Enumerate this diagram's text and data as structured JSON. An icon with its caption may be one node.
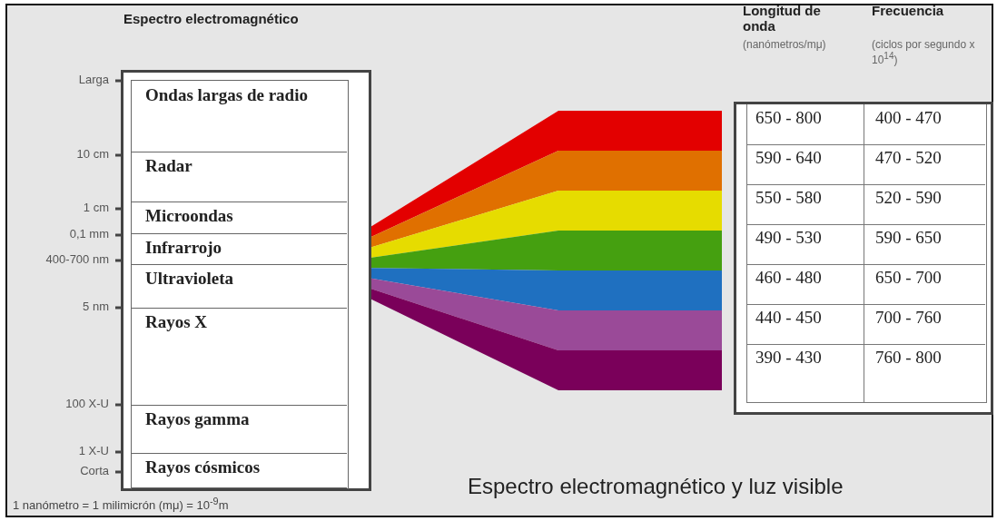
{
  "diagram": {
    "title": "Espectro electromagnético y luz visible",
    "nodes": [
      {
        "text": [
          "Espectro electromagnético"
        ]
      },
      {
        "text": [
          "Ondas largas de radio"
        ],
        "in": 0
      },
      {
        "text": [
          "Radar"
        ],
        "in": 0
      },
      {
        "text": [
          "Microondas"
        ],
        "in": 0
      },
      {
        "text": [
          "Infrarrojo"
        ],
        "in": 0
      },
      {
        "text": [
          "Ultravioleta"
        ],
        "in": 0
      },
      {
        "text": [
          "Rayos X"
        ],
        "in": 0
      },
      {
        "text": [
          "Rayos gamma"
        ],
        "in": 0
      },
      {
        "text": [
          "Rayos cósmicos"
        ],
        "in": 0
      }
    ],
    "labels": [
      "Longitud de onda",
      "Frecuencia",
      "(nanómetros/mμ)",
      "(ciclos por segundo x 10$^{14}$)",
      "Larga",
      "10 cm",
      "1 cm",
      "0,1 mm",
      "400-700 nm",
      "5 nm",
      "100 X-U",
      "1 X-U",
      "Corta",
      "650 - 800",
      "400 - 470",
      "590 - 640",
      "470 - 520",
      "550 - 580",
      "520 - 590",
      "490 - 530",
      "590 - 650",
      "460 - 480",
      "650 - 700",
      "440 - 450",
      "700 - 760",
      "390 - 430",
      "760 - 800",
      "1 nanómetro = 1 milimicrón (mμ) = 10$^{-9}$m"
    ]
  }
}
